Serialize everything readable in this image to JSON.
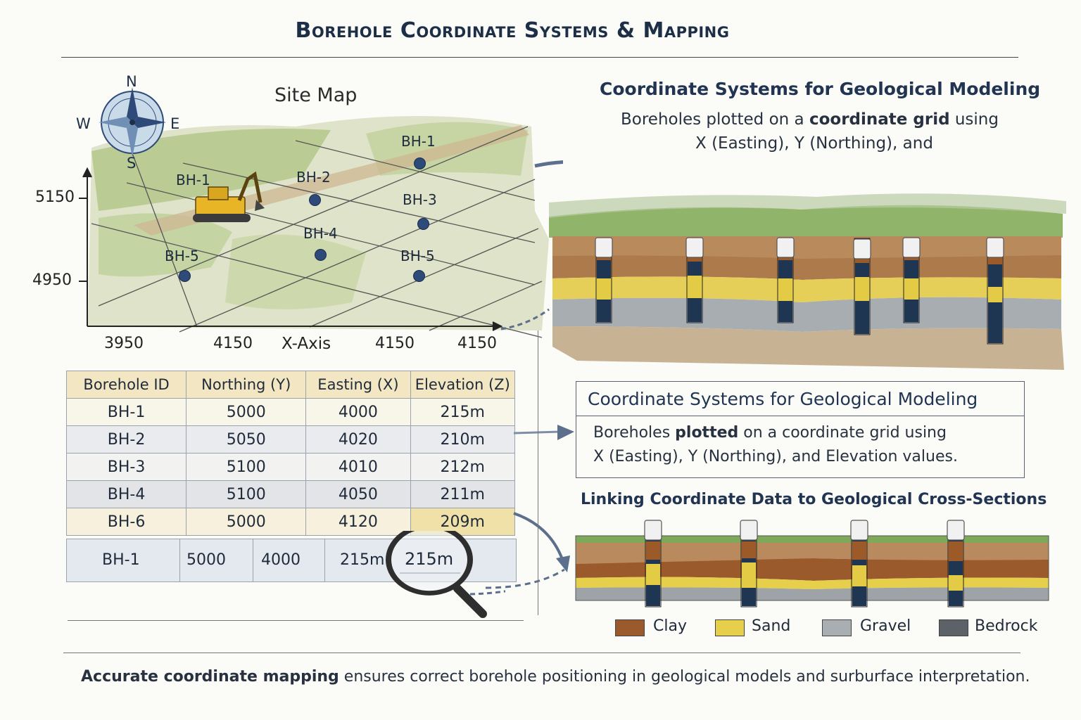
{
  "title": "Borehole Coordinate Systems & Mapping",
  "map": {
    "label": "Site Map",
    "compass": {
      "n": "N",
      "s": "S",
      "e": "E",
      "w": "W"
    },
    "y_ticks": [
      "5150",
      "4950"
    ],
    "x_ticks": [
      "3950",
      "4150",
      "4150",
      "4150"
    ],
    "x_axis_label": "X-Axis",
    "boreholes": [
      "BH-1",
      "BH-1",
      "BH-2",
      "BH-3",
      "BH-4",
      "BH-5",
      "BH-5"
    ]
  },
  "right_top": {
    "heading": "Coordinate Systems for Geological Modeling",
    "line1_pre": "Boreholes plotted on a ",
    "line1_bold": "coordinate grid",
    "line1_post": " using",
    "line2": "X (Easting), Y (Northing), and"
  },
  "table": {
    "headers": [
      "Borehole ID",
      "Northing (Y)",
      "Easting (X)",
      "Elevation (Z)"
    ],
    "rows": [
      [
        "BH-1",
        "5000",
        "4000",
        "215m"
      ],
      [
        "BH-2",
        "5050",
        "4020",
        "210m"
      ],
      [
        "BH-3",
        "5100",
        "4010",
        "212m"
      ],
      [
        "BH-4",
        "5100",
        "4050",
        "211m"
      ],
      [
        "BH-6",
        "5000",
        "4120",
        "209m"
      ]
    ],
    "focus_row": [
      "BH-1",
      "5000",
      "4000",
      "215m",
      "215m"
    ]
  },
  "info_box": {
    "heading": "Coordinate Systems for Geological Modeling",
    "line1_pre": "Boreholes ",
    "line1_bold": "plotted",
    "line1_post": " on a coordinate grid using",
    "line2": "X (Easting), Y (Northing), and Elevation values."
  },
  "section2_heading": "Linking Coordinate Data to Geological Cross-Sections",
  "legend": [
    {
      "label": "Clay",
      "color": "#9a5a2c"
    },
    {
      "label": "Sand",
      "color": "#e6cf4a"
    },
    {
      "label": "Gravel",
      "color": "#a9aeb3"
    },
    {
      "label": "Bedrock",
      "color": "#5d6268"
    }
  ],
  "footer": {
    "bold": "Accurate coordinate mapping",
    "rest": " ensures correct borehole positioning in geological models and surburface interpretation."
  }
}
